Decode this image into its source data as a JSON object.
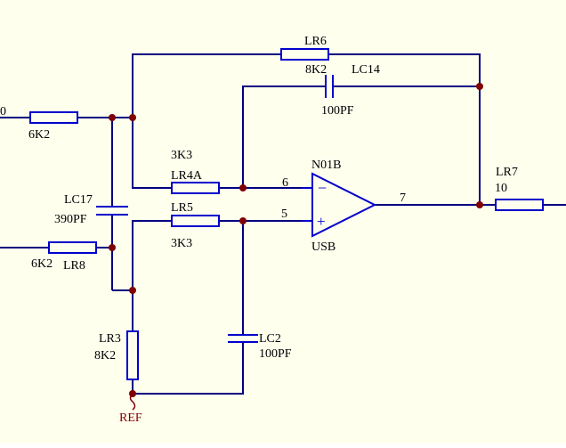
{
  "colors": {
    "background": "#ffffee",
    "wire": "#000080",
    "component": "#0000cc",
    "junction": "#800000",
    "text": "#000000",
    "net_label": "#800000"
  },
  "labels": {
    "left_in_top": "0",
    "r_in_top_value": "6K2",
    "r6_ref": "LR6",
    "r6_value": "8K2",
    "c14_ref": "LC14",
    "c14_value": "100PF",
    "r4a_value": "3K3",
    "r4a_ref": "LR4A",
    "pin6": "6",
    "opamp_ref": "N01B",
    "pin7": "7",
    "r7_ref": "LR7",
    "r7_value": "10",
    "c17_ref": "LC17",
    "c17_value": "390PF",
    "r5_ref": "LR5",
    "pin5": "5",
    "r5_value": "3K3",
    "opamp_part": "USB",
    "r8_value": "6K2",
    "r8_ref": "LR8",
    "r3_ref": "LR3",
    "r3_value": "8K2",
    "c2_ref": "LC2",
    "c2_value": "100PF",
    "ref_net": "REF",
    "minus_sign": "−",
    "plus_sign": "+"
  }
}
